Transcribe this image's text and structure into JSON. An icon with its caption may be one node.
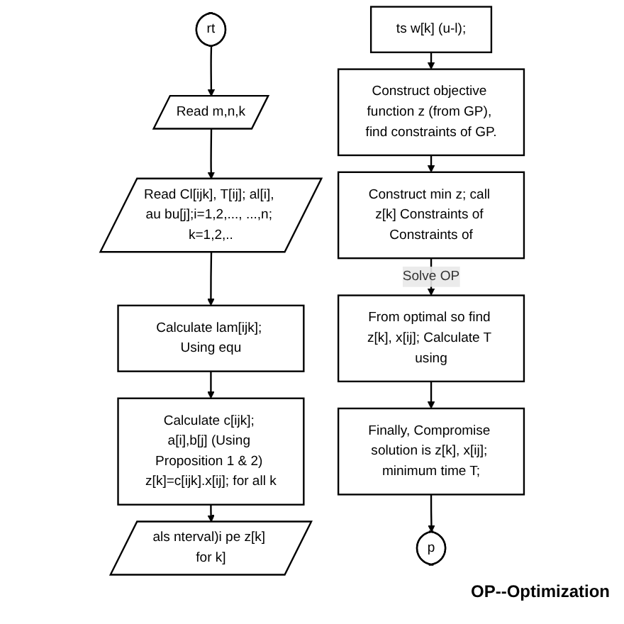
{
  "diagram": {
    "nodes": [
      {
        "text": [
          "rt"
        ]
      },
      {
        "text": [
          "Read m,n,k"
        ]
      },
      {
        "text": [
          "Read Cl[ijk], T[ij]; al[i], au bu[j];i=1,2,..., ...,n; k=1,2,.."
        ]
      },
      {
        "text": [
          "Calculate lam[ijk]; Using equ"
        ]
      },
      {
        "text": [
          "Calculate c[ijk]; a[i],b[j] (Using Proposition 1 & 2) z[k]=c[ijk].x[ij]; for all k"
        ]
      },
      {
        "text": [
          "als nterval)i pe z[k] for k]"
        ]
      },
      {
        "text": [
          "ts w[k] (u-l);"
        ]
      },
      {
        "text": [
          "Construct objective function z (from GP), find constraints of GP."
        ]
      },
      {
        "text": [
          "Construct min z; call z[k] Constraints of Constraints of"
        ]
      },
      {
        "text": [
          "From optimal so find z[k], x[ij]; Calculate T using"
        ]
      },
      {
        "text": [
          "Finally, Compromise solution is z[k], x[ij]; minimum time T;"
        ]
      },
      {
        "text": [
          "p"
        ]
      }
    ],
    "edges": [
      {
        "from": 0,
        "to": 1,
        "arrow": "to"
      },
      {
        "from": 1,
        "to": 2,
        "arrow": "to"
      },
      {
        "from": 2,
        "to": 3,
        "arrow": "to"
      },
      {
        "from": 3,
        "to": 4,
        "arrow": "to"
      },
      {
        "from": 4,
        "to": 5,
        "arrow": "to"
      },
      {
        "from": 6,
        "to": 7,
        "arrow": "to"
      },
      {
        "from": 7,
        "to": 8,
        "arrow": "to"
      },
      {
        "from": 8,
        "to": 9,
        "arrow": "to",
        "label": "Solve OP"
      },
      {
        "from": 9,
        "to": 10,
        "arrow": "to"
      },
      {
        "from": 10,
        "to": 11,
        "arrow": "to"
      }
    ],
    "labels": [
      "OP--Optimization"
    ]
  }
}
